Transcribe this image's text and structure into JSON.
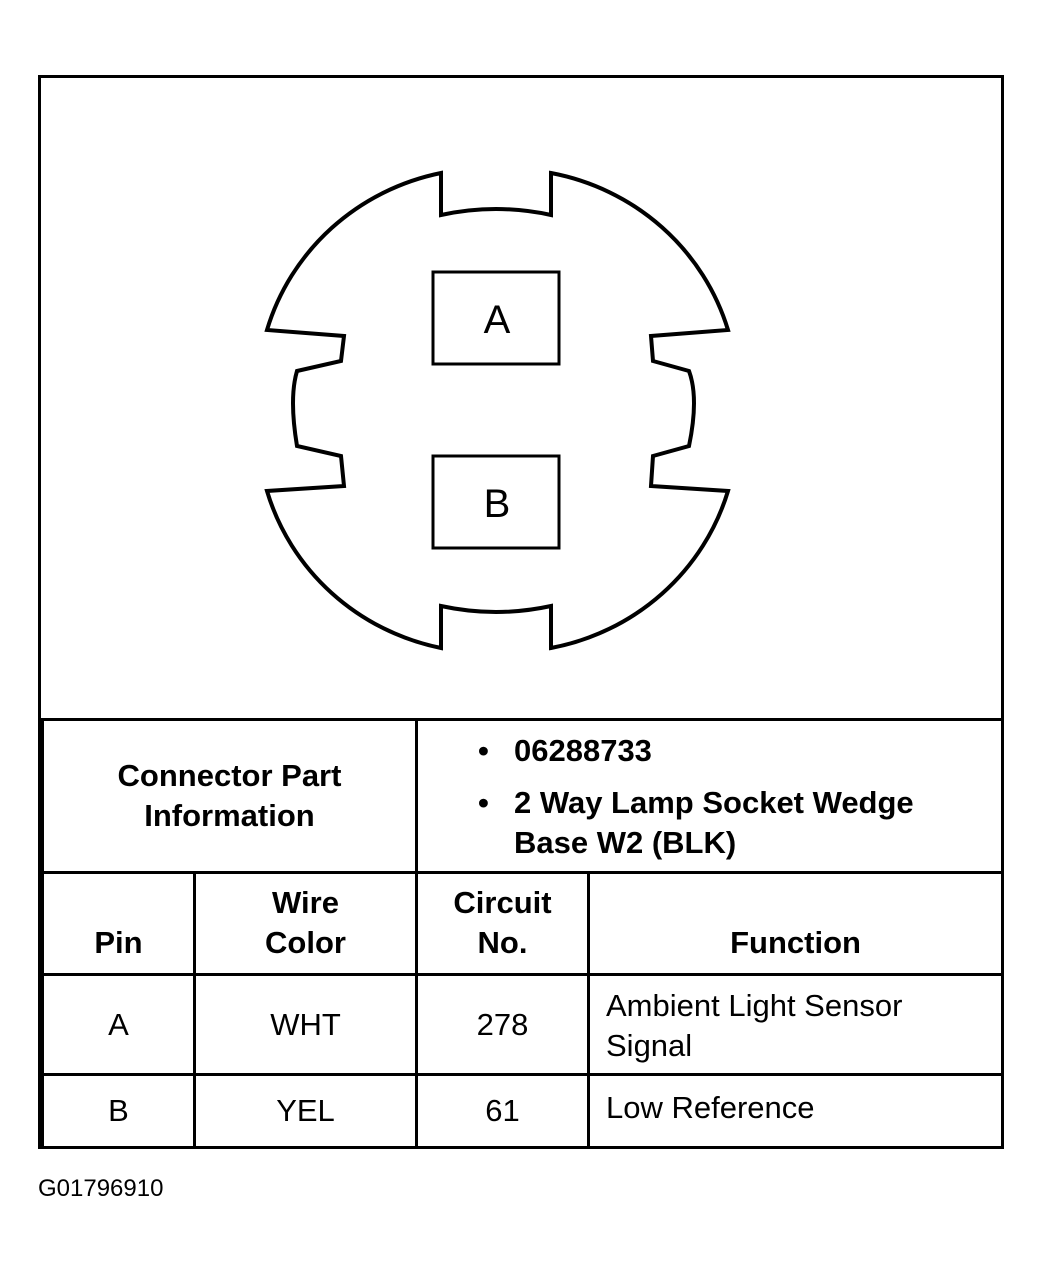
{
  "connector": {
    "pins": [
      "A",
      "B"
    ]
  },
  "part_info": {
    "header": "Connector Part Information",
    "items": [
      "06288733",
      "2 Way Lamp Socket Wedge Base W2 (BLK)"
    ]
  },
  "table": {
    "headers": {
      "pin": "Pin",
      "wire_color": "Wire Color",
      "circuit_no": "Circuit No.",
      "function": "Function"
    },
    "rows": [
      {
        "pin": "A",
        "wire_color": "WHT",
        "circuit_no": "278",
        "function": "Ambient Light Sensor Signal"
      },
      {
        "pin": "B",
        "wire_color": "YEL",
        "circuit_no": "61",
        "function": "Low Reference"
      }
    ]
  },
  "figure_id": "G01796910",
  "colors": {
    "ink": "#000000",
    "paper": "#ffffff"
  }
}
